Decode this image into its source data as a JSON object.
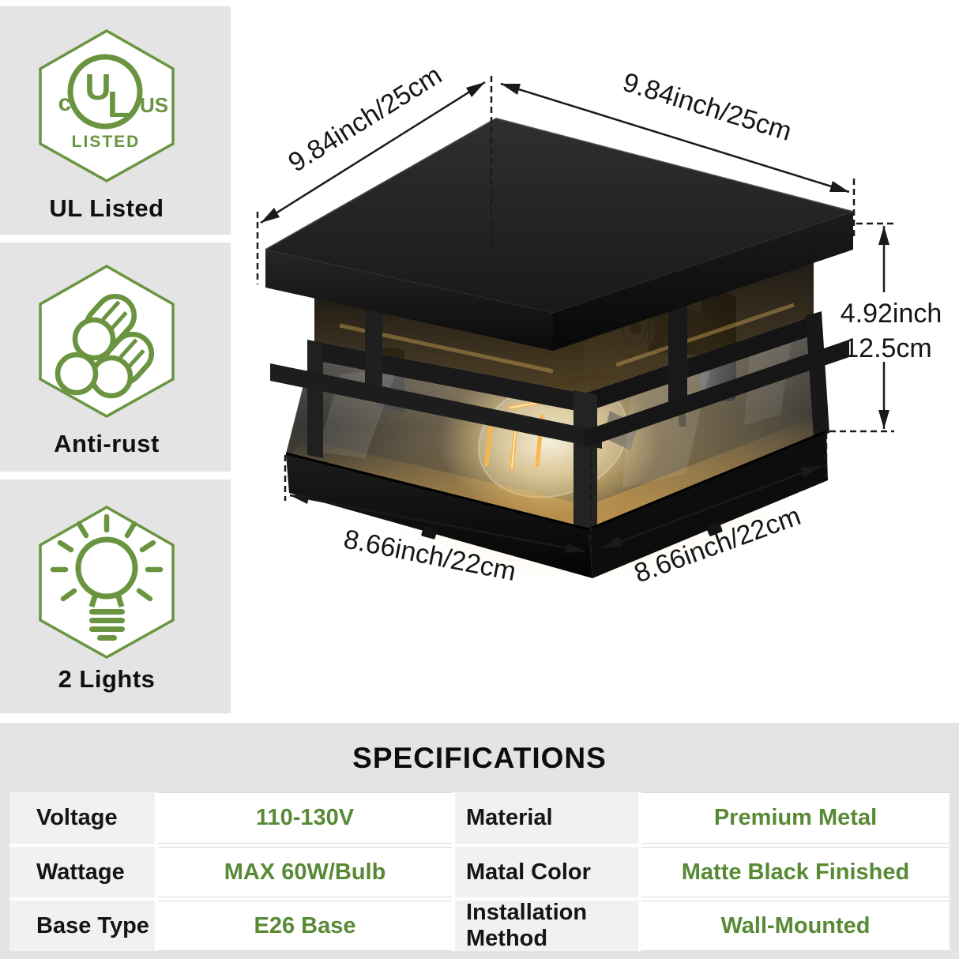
{
  "colors": {
    "accent_green": "#6b9440",
    "value_green": "#588a36",
    "panel_gray": "#e4e4e4",
    "cell_gray": "#f1f1f1",
    "fixture_black": "#161616",
    "glow_warm": "#ffd978"
  },
  "badges": [
    {
      "label": "UL Listed",
      "icon": "ul-certification-icon",
      "logo": {
        "left": "c",
        "main_u": "U",
        "main_l": "L",
        "right": "US",
        "bottom": "LISTED"
      }
    },
    {
      "label": "Anti-rust",
      "icon": "metal-pipes-icon"
    },
    {
      "label": "2 Lights",
      "icon": "light-bulb-icon"
    }
  ],
  "dimensions": {
    "top_left": "9.84inch/25cm",
    "top_right": "9.84inch/25cm",
    "height_inch": "4.92inch",
    "height_cm": "12.5cm",
    "bottom_left": "8.66inch/22cm",
    "bottom_right": "8.66inch/22cm"
  },
  "specifications": {
    "title": "SPECIFICATIONS",
    "rows": [
      {
        "label": "Voltage",
        "value": "110-130V",
        "label2": "Material",
        "value2": "Premium Metal"
      },
      {
        "label": "Wattage",
        "value": "MAX 60W/Bulb",
        "label2": "Matal Color",
        "value2": "Matte Black Finished"
      },
      {
        "label": "Base Type",
        "value": "E26 Base",
        "label2": "Installation Method",
        "value2": "Wall-Mounted"
      }
    ]
  }
}
